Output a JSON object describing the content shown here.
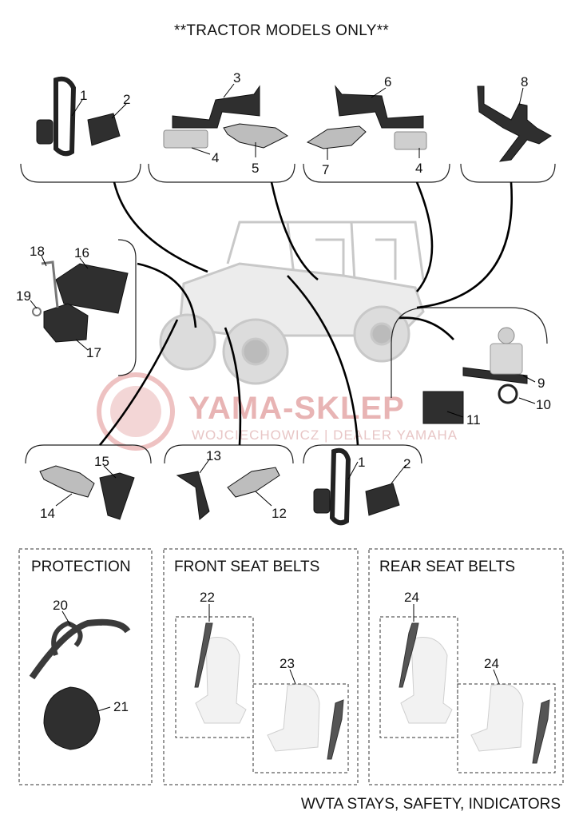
{
  "header": {
    "title": "**TRACTOR MODELS ONLY**"
  },
  "footer": {
    "caption": "WVTA STAYS, SAFETY, INDICATORS"
  },
  "watermark": {
    "brand": "YAMA-SKLEP",
    "subtitle": "WOJCIECHOWICZ | DEALER YAMAHA"
  },
  "sections": {
    "protection": "PROTECTION",
    "front_seat_belts": "FRONT SEAT BELTS",
    "rear_seat_belts": "REAR SEAT BELTS"
  },
  "callouts": {
    "c1": "1",
    "c2": "2",
    "c3": "3",
    "c4": "4",
    "c5": "5",
    "c6": "6",
    "c7": "7",
    "c4b": "4",
    "c8": "8",
    "c18": "18",
    "c16": "16",
    "c19": "19",
    "c17": "17",
    "c9": "9",
    "c10": "10",
    "c11": "11",
    "c15": "15",
    "c14": "14",
    "c13": "13",
    "c12": "12",
    "c1b": "1",
    "c2b": "2",
    "c20": "20",
    "c21": "21",
    "c22": "22",
    "c23": "23",
    "c24": "24",
    "c24b": "24"
  },
  "colors": {
    "part": "#2a2a2a",
    "vehicle": "#d4d4d4",
    "watermark": "#e8b4b4",
    "line": "#000000"
  }
}
